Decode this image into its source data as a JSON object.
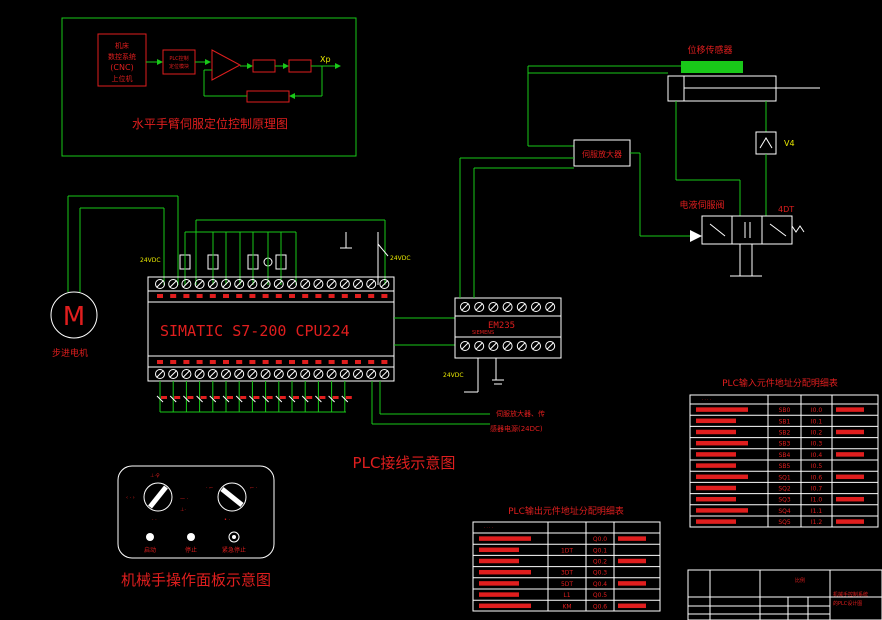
{
  "colors": {
    "background": "#000000",
    "green": "#19c819",
    "red": "#e01e1e",
    "white": "#ffffff",
    "yellow": "#e8e800"
  },
  "servo_principle": {
    "title": "水平手臂伺服定位控制原理图",
    "cnc_lines": [
      "机床",
      "数控系统",
      "(CNC)",
      "上位机"
    ],
    "plc_box": [
      "PLC控制",
      "定位模块"
    ],
    "output_label": "Xp"
  },
  "hydraulics": {
    "sensor_label": "位移传感器",
    "servo_amp_label": "伺服放大器",
    "valve_label": "电液伺服阀",
    "valve_code": "4DT",
    "v4_label": "V4"
  },
  "plc": {
    "label": "SIMATIC S7-200 CPU224",
    "power_top": "24VDC",
    "power_right": "24VDC",
    "module_label": "EM235",
    "module_brand": "SIEMENS",
    "module_power": "24VDC",
    "caption": "PLC接线示意图",
    "feedback_note": [
      "伺服放大器、传",
      "感器电源(24DC)"
    ]
  },
  "stepper": {
    "symbol": "M",
    "label": "步进电机"
  },
  "panel": {
    "caption": "机械手操作面板示意图",
    "buttons": [
      "启动",
      "停止",
      "紧急停止"
    ]
  },
  "input_table": {
    "title": "PLC输入元件地址分配明细表",
    "codes": [
      "SB0",
      "SB1",
      "SB2",
      "SB3",
      "SB4",
      "SB5",
      "SQ1",
      "SQ2",
      "SQ3",
      "SQ4",
      "SQ5"
    ],
    "addresses": [
      "I0.0",
      "I0.1",
      "I0.2",
      "I0.3",
      "I0.4",
      "I0.5",
      "I0.6",
      "I0.7",
      "I1.0",
      "I1.1",
      "I1.2"
    ]
  },
  "output_table": {
    "title": "PLC输出元件地址分配明细表",
    "codes": [
      "",
      "1DT",
      "",
      "3DT",
      "5DT",
      "L1",
      "KM"
    ],
    "addresses": [
      "Q0.0",
      "Q0.1",
      "Q0.2",
      "Q0.3",
      "Q0.4",
      "Q0.5",
      "Q0.6"
    ]
  },
  "title_block": {
    "cell_a": "比例",
    "cell_b": "机械手控制系统",
    "cell_c": "的PLC设计图"
  }
}
